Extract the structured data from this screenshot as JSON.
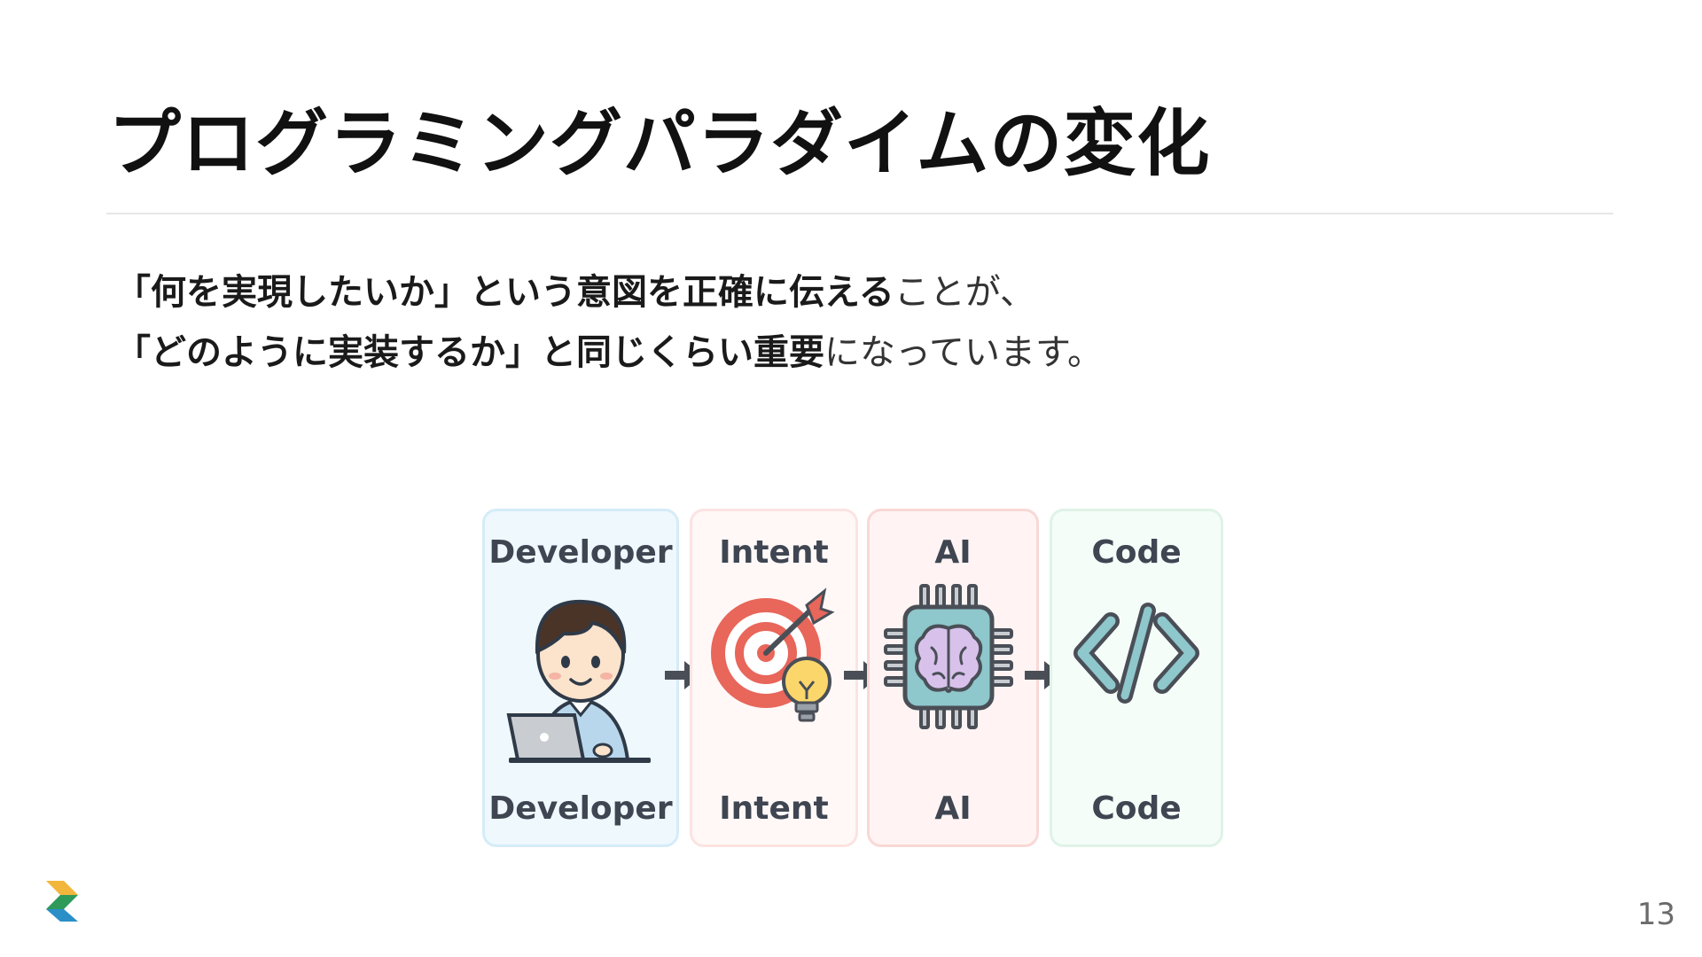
{
  "slide": {
    "title": "プログラミングパラダイムの変化",
    "lead": {
      "line1_bold": "「何を実現したいか」という意図を正確に伝える",
      "line1_plain": "ことが、",
      "line2_bold": "「どのように実装するか」と同じくらい重要",
      "line2_plain": "になっています。"
    },
    "page_number": "13"
  },
  "diagram": {
    "panels": [
      {
        "top_label": "Developer",
        "bottom_label": "Developer",
        "icon": "developer-laptop-icon"
      },
      {
        "top_label": "Intent",
        "bottom_label": "Intent",
        "icon": "target-lightbulb-icon"
      },
      {
        "top_label": "AI",
        "bottom_label": "AI",
        "icon": "ai-chip-brain-icon"
      },
      {
        "top_label": "Code",
        "bottom_label": "Code",
        "icon": "code-brackets-icon"
      }
    ],
    "colors": {
      "arrow": "#4a4f57",
      "developer_panel": "#eef8fd",
      "intent_panel": "#fff8f7",
      "ai_panel": "#fff4f3",
      "code_panel": "#f5fdf8"
    }
  }
}
